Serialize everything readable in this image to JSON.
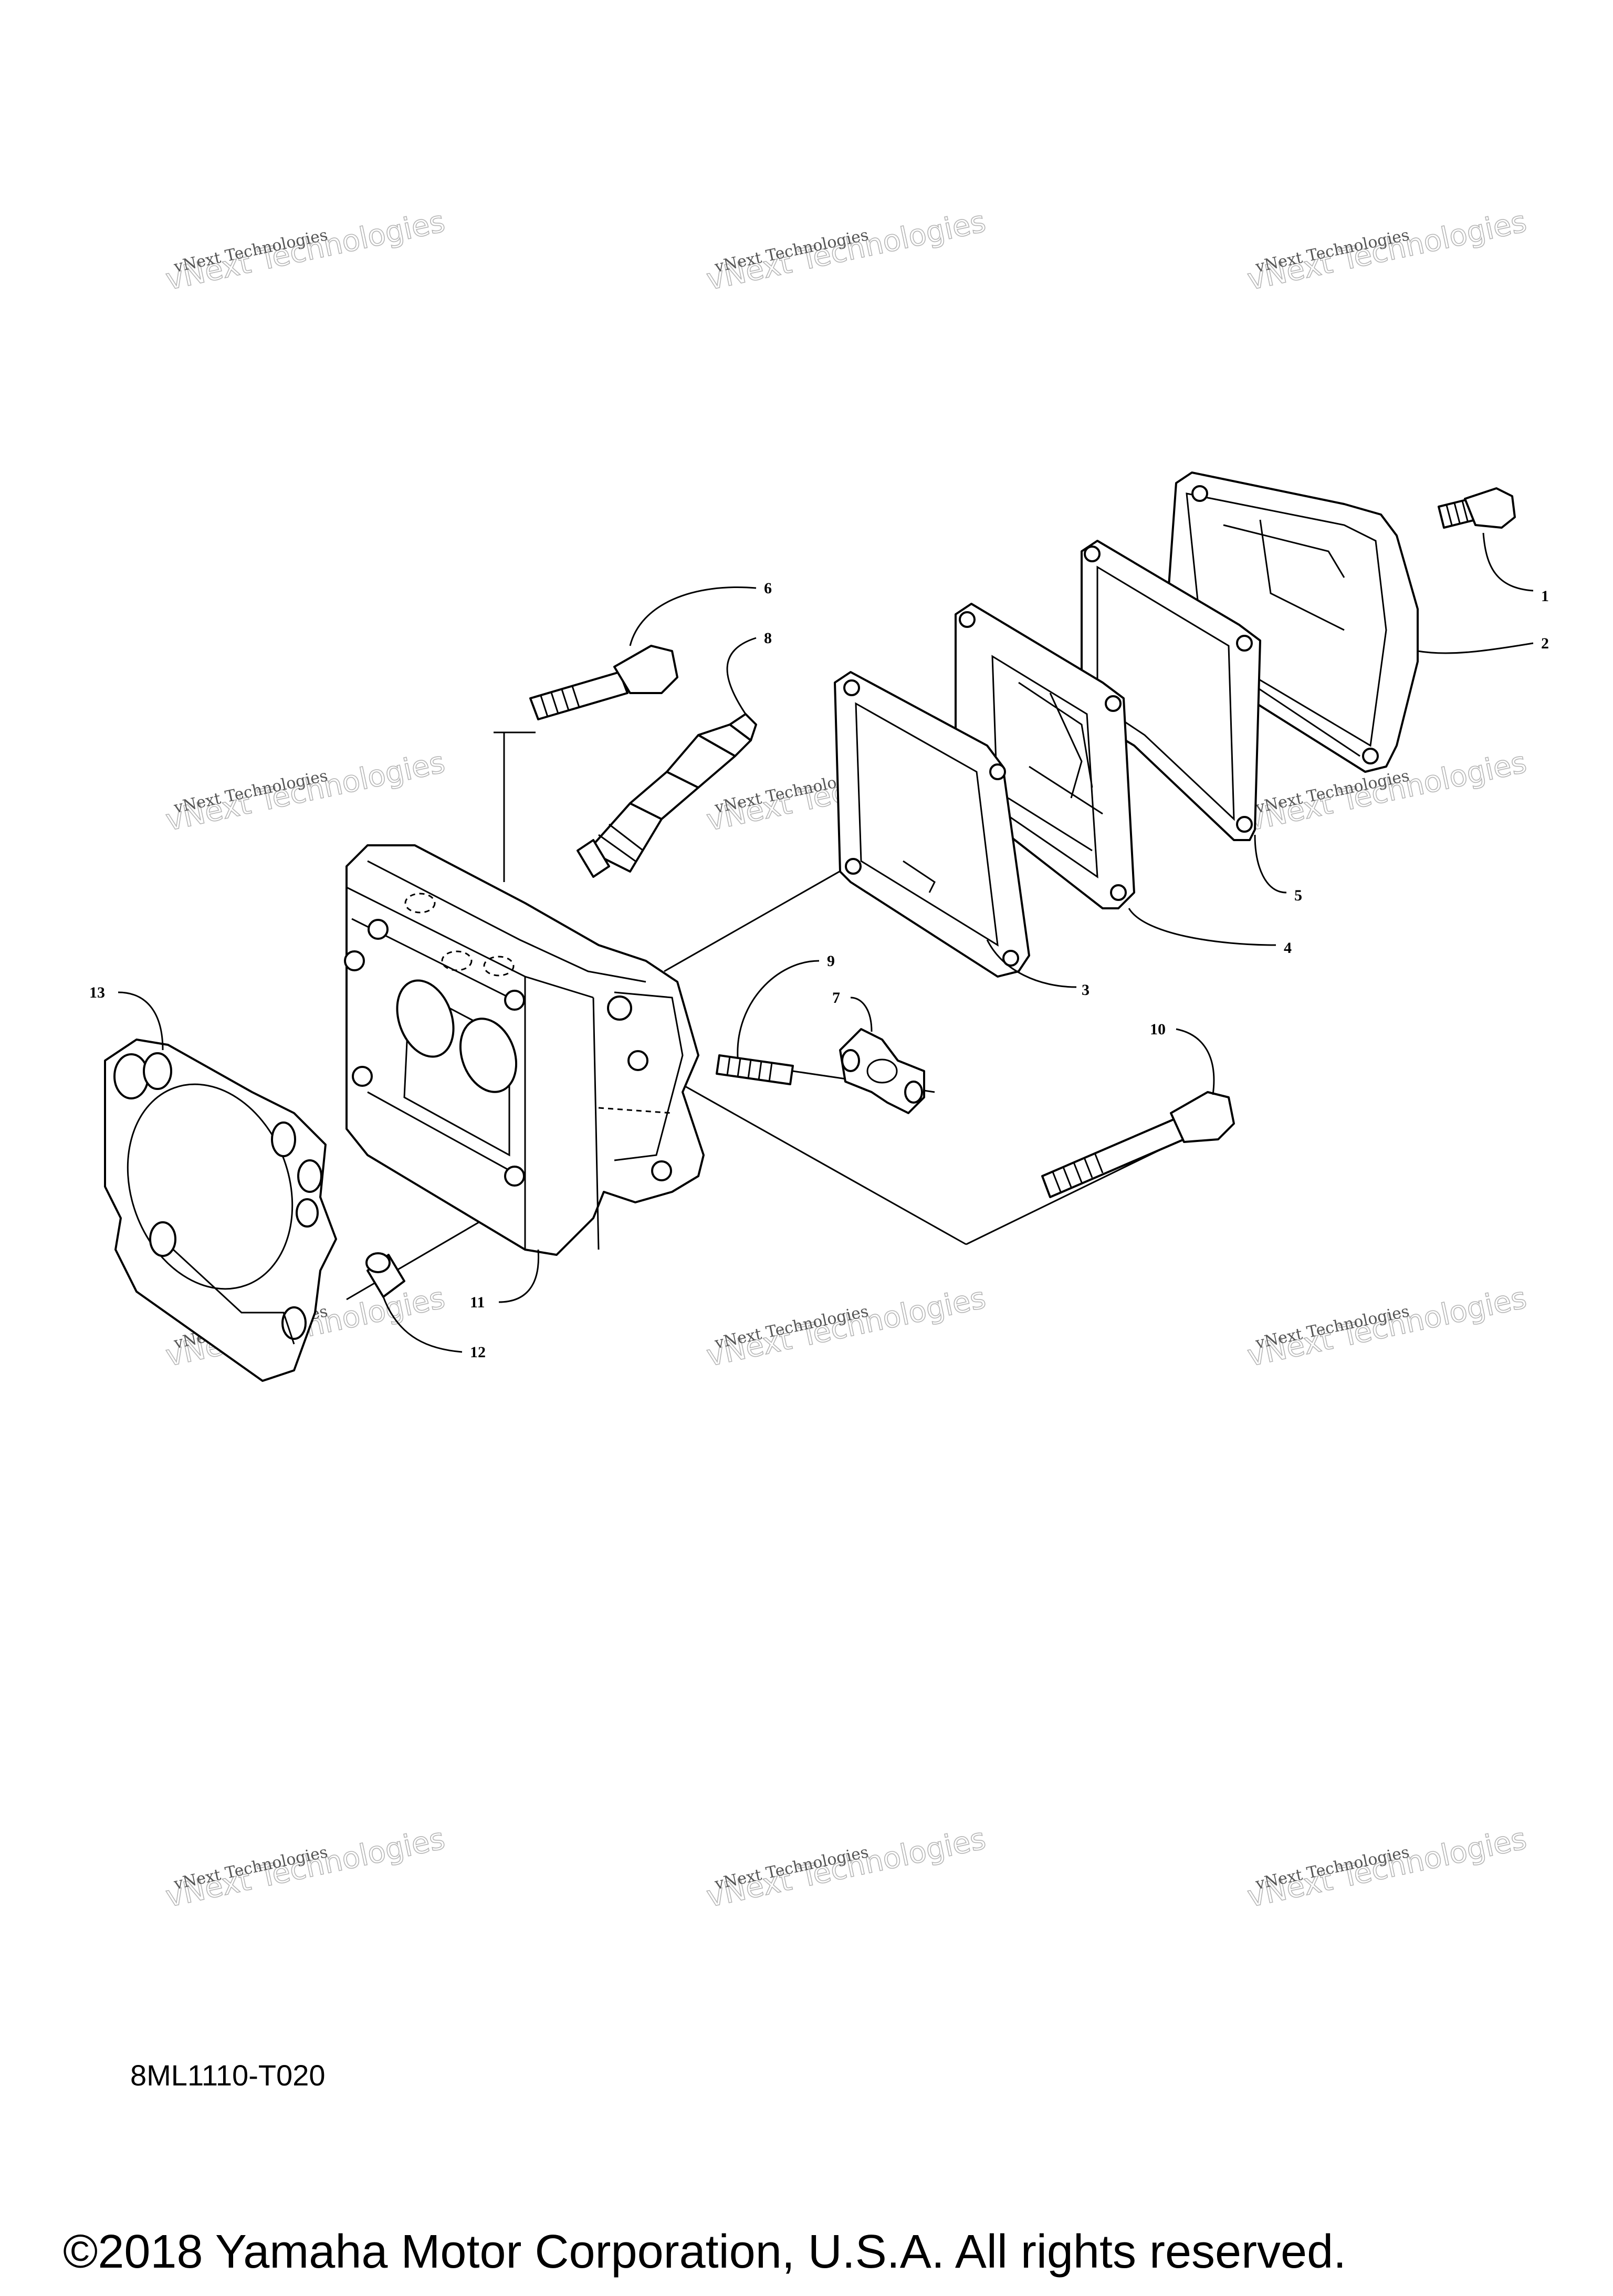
{
  "diagram": {
    "code": "8ML1110-T020",
    "copyright": "©2018 Yamaha Motor Corporation, U.S.A. All rights reserved.",
    "watermark": {
      "line1": "vNext Technologies",
      "line2": "vNext Technologies"
    },
    "callouts": [
      "1",
      "2",
      "3",
      "4",
      "5",
      "6",
      "7",
      "8",
      "9",
      "10",
      "11",
      "12",
      "13"
    ]
  }
}
